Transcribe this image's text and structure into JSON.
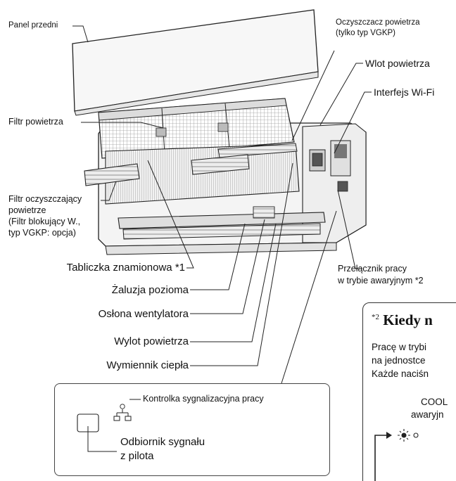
{
  "labels": {
    "panel_przedni": "Panel przedni",
    "oczyszczacz_line1": "Oczyszczacz powietrza",
    "oczyszczacz_line2": "(tylko typ VGKP)",
    "wlot": "Wlot powietrza",
    "wifi": "Interfejs Wi-Fi",
    "filtr": "Filtr powietrza",
    "filtr_ocz_line1": "Filtr oczyszczający",
    "filtr_ocz_line2": "powietrze",
    "filtr_ocz_line3": "(Filtr blokujący W.,",
    "filtr_ocz_line4": "typ VGKP: opcja)",
    "tabliczka": "Tabliczka znamionowa *1",
    "zaluzja": "Żaluzja pozioma",
    "oslona": "Osłona wentylatora",
    "wylot": "Wylot powietrza",
    "wymiennik": "Wymiennik ciepła",
    "przelacznik_line1": "Przełącznik pracy",
    "przelacznik_line2": "w trybie awaryjnym *2"
  },
  "indicator_box": {
    "kontrolka": "Kontrolka sygnalizacyjna pracy",
    "odbiornik_line1": "Odbiornik sygnału",
    "odbiornik_line2": "z pilota"
  },
  "emergency_box": {
    "title_mark": "*2",
    "title": "Kiedy n",
    "line1": "Pracę w trybi",
    "line2": "na jednostce",
    "line3": "Każde naciśn",
    "mode1": "COOL",
    "mode2": "awaryjn"
  },
  "colors": {
    "line": "#222222",
    "unit_fill": "#f4f4f4",
    "panel_fill": "#f7f7f7",
    "grille": "#8a8a8a"
  }
}
